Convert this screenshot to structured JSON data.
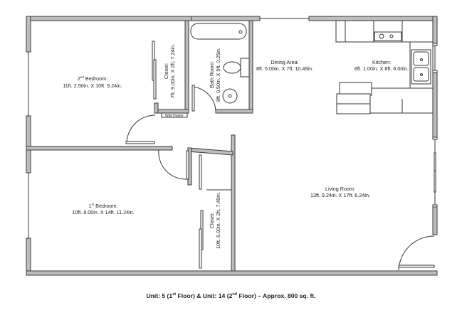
{
  "floor_plan": {
    "rooms": {
      "bedroom2": {
        "name_num": "2",
        "name_sup": "nd",
        "name_rest": " Bedroom:",
        "dims": "11ft. 2.50in. X 10ft. 9.24in."
      },
      "closet_top": {
        "name": "Closet:",
        "dims": "7ft. 9.00in. X 2ft. 7.24in."
      },
      "bathroom": {
        "name": "Bath Room:",
        "dims": "8ft. 0.50in. X 5ft. 0.25in."
      },
      "dining": {
        "name": "Dining Area:",
        "dims": "8ft. 5.00in. X 7ft. 10.49in."
      },
      "kitchen": {
        "name": "Kitchen:",
        "dims": "8ft. 1.00in. X 8ft. 6.00in."
      },
      "bedroom1": {
        "name_num": "1",
        "name_sup": "st",
        "name_rest": " Bedroom:",
        "dims": "10ft. 8.00in. X 14ft. 11.24in."
      },
      "closet_bottom": {
        "name": "Closet:",
        "dims": "10ft. 6.00in. X 2ft. 7.49in."
      },
      "living": {
        "name": "Living Room:",
        "dims": "13ft. 9.24in. X 17ft. 6.24in."
      }
    },
    "fixtures": {
      "wall_heater": "Wall Heater"
    },
    "caption": {
      "part1": "Unit: 5 (1",
      "sup1": "st",
      "part2": " Floor) & Unit: 14 (2",
      "sup2": "nd",
      "part3": " Floor) – Approx. 800 sq. ft."
    },
    "colors": {
      "wall_fill": "#bdbdbd",
      "wall_outline": "#3a3a3a",
      "background": "#ffffff"
    }
  }
}
